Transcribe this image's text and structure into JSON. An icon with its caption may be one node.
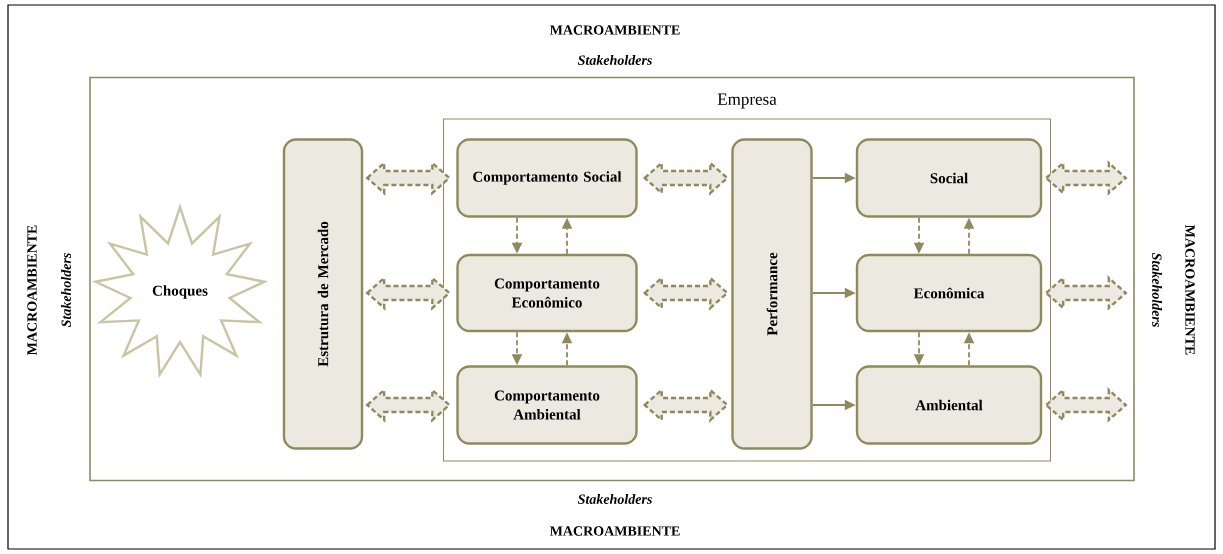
{
  "diagram": {
    "nodes": [
      {
        "text": [],
        "shape": "box"
      },
      {
        "text": [
          "Empresa"
        ],
        "in": 0
      },
      {
        "text": [
          "Choques"
        ],
        "in": 0
      },
      {
        "text": [
          "Estrutura de Mercado"
        ],
        "in": 0
      },
      {
        "text": [
          "Comportamento Social"
        ],
        "in": 1
      },
      {
        "text": [
          "Comportamento Econômico"
        ],
        "in": 1
      },
      {
        "text": [
          "Comportamento Ambiental"
        ],
        "in": 1
      },
      {
        "text": [
          "Performance"
        ],
        "in": 1
      },
      {
        "text": [
          "Social"
        ],
        "in": 1
      },
      {
        "text": [
          "Econômica"
        ],
        "in": 1
      },
      {
        "text": [
          "Ambiental"
        ],
        "in": 1
      }
    ],
    "edges": [
      {
        "from": 3,
        "to": 4,
        "arrow": "both",
        "style": "dashed"
      },
      {
        "from": 3,
        "to": 5,
        "arrow": "both",
        "style": "dashed"
      },
      {
        "from": 3,
        "to": 6,
        "arrow": "both",
        "style": "dashed"
      },
      {
        "from": 4,
        "to": 7,
        "arrow": "both",
        "style": "dashed"
      },
      {
        "from": 5,
        "to": 7,
        "arrow": "both",
        "style": "dashed"
      },
      {
        "from": 6,
        "to": 7,
        "arrow": "both",
        "style": "dashed"
      },
      {
        "from": 8,
        "to": 0,
        "arrow": "both",
        "style": "dashed"
      },
      {
        "from": 9,
        "to": 0,
        "arrow": "both",
        "style": "dashed"
      },
      {
        "from": 10,
        "to": 0,
        "arrow": "both",
        "style": "dashed"
      },
      {
        "from": 4,
        "to": 5,
        "arrow": "to",
        "style": "dashed"
      },
      {
        "from": 5,
        "to": 4,
        "arrow": "to",
        "style": "dashed"
      },
      {
        "from": 5,
        "to": 6,
        "arrow": "to",
        "style": "dashed"
      },
      {
        "from": 6,
        "to": 5,
        "arrow": "to",
        "style": "dashed"
      },
      {
        "from": 7,
        "to": 8,
        "arrow": "to"
      },
      {
        "from": 7,
        "to": 9,
        "arrow": "to"
      },
      {
        "from": 7,
        "to": 10,
        "arrow": "to"
      },
      {
        "from": 8,
        "to": 9,
        "arrow": "to",
        "style": "dashed"
      },
      {
        "from": 9,
        "to": 8,
        "arrow": "to",
        "style": "dashed"
      },
      {
        "from": 9,
        "to": 10,
        "arrow": "to",
        "style": "dashed"
      },
      {
        "from": 10,
        "to": 9,
        "arrow": "to",
        "style": "dashed"
      }
    ],
    "labels": [
      "MACROAMBIENTE",
      "Stakeholders",
      "MACROAMBIENTE",
      "Stakeholders",
      "MACROAMBIENTE",
      "Stakeholders",
      "Stakeholders",
      "MACROAMBIENTE"
    ]
  }
}
